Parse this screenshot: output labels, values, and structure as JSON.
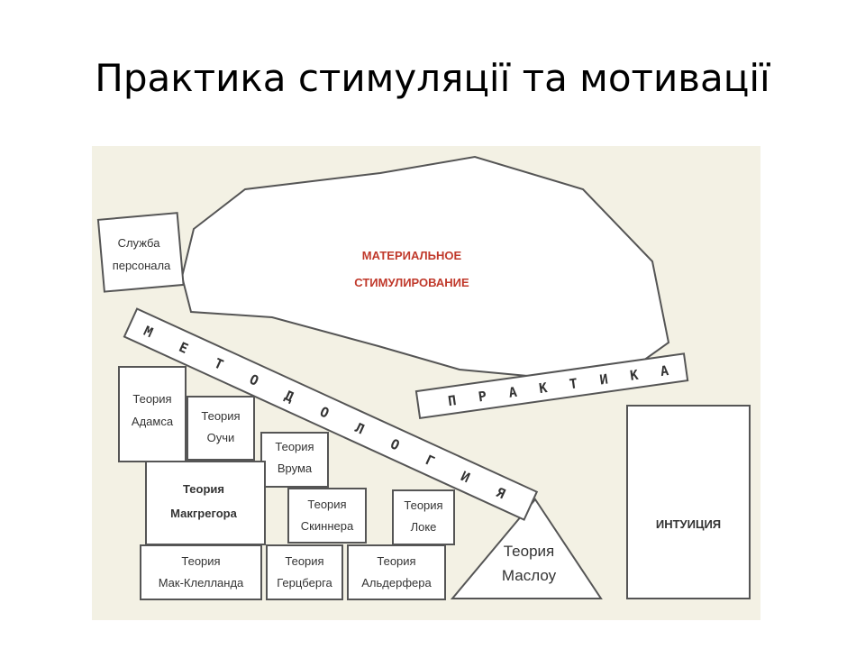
{
  "slide": {
    "title": "Практика стимуляції та мотивації"
  },
  "diagram": {
    "background": "#f3f1e4",
    "stroke": "#555555",
    "accent": "#c0392b",
    "material": {
      "line1": "МАТЕРИАЛЬНОЕ",
      "line2": "СТИМУЛИРОВАНИЕ"
    },
    "service": {
      "line1": "Служба",
      "line2": "персонала"
    },
    "methodology_letters": [
      "М",
      "Е",
      "Т",
      "О",
      "Д",
      "О",
      "Л",
      "О",
      "Г",
      "И",
      "Я"
    ],
    "practice_letters": [
      "П",
      "Р",
      "А",
      "К",
      "Т",
      "И",
      "К",
      "А"
    ],
    "intuition": "ИНТУИЦИЯ",
    "theories": {
      "adams": {
        "line1": "Теория",
        "line2": "Адамса"
      },
      "ouchi": {
        "line1": "Теория",
        "line2": "Оучи"
      },
      "vroom": {
        "line1": "Теория",
        "line2": "Врума"
      },
      "mcgregor": {
        "line1": "Теория",
        "line2": "Макгрегора"
      },
      "skinner": {
        "line1": "Теория",
        "line2": "Скиннера"
      },
      "locke": {
        "line1": "Теория",
        "line2": "Локе"
      },
      "mcclelland": {
        "line1": "Теория",
        "line2": "Мак-Клелланда"
      },
      "herzberg": {
        "line1": "Теория",
        "line2": "Герцберга"
      },
      "alderfer": {
        "line1": "Теория",
        "line2": "Альдерфера"
      },
      "maslow": {
        "line1": "Теория",
        "line2": "Маслоу"
      }
    }
  }
}
